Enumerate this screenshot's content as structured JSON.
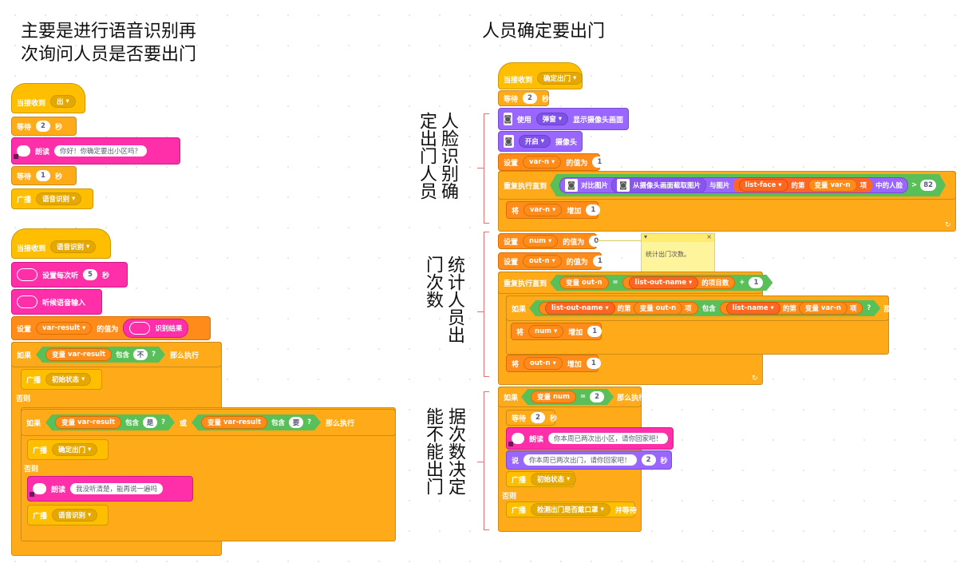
{
  "left_title": [
    "主要是进行语音识别再",
    "次询问人员是否要出门"
  ],
  "right_title": "人员确定要出门",
  "annotations": {
    "face": [
      "人脸识别确",
      "定出门人员"
    ],
    "count": [
      "统计人员出",
      "门次数"
    ],
    "decide": [
      "据次数决定",
      "能不能出门"
    ]
  },
  "scriptA": {
    "hat_label": "当接收到",
    "hat_value": "出",
    "wait1_label": "等待",
    "wait1_val": "2",
    "sec": "秒",
    "speak_label": "朗读",
    "speak_text": "你好！你确定要出小区吗？",
    "wait2_val": "1",
    "bcast_label": "广播",
    "bcast_value": "语音识别"
  },
  "scriptB": {
    "hat_label": "当接收到",
    "hat_value": "语音识别",
    "set_listen": "设置每次听",
    "set_listen_val": "5",
    "sec": "秒",
    "listen": "听候语音输入",
    "set_label": "设置",
    "set_var": "var-result",
    "set_to": "的值为",
    "recog_result": "识别结果",
    "if_label": "如果",
    "var_label": "变量",
    "var_name": "var-result",
    "contains": "包含",
    "no_val": "不",
    "q": "?",
    "then": "那么执行",
    "bcast_label": "广播",
    "bcast_init": "初始状态",
    "else": "否则",
    "or": "或",
    "yes_val": "是",
    "want_val": "要",
    "bcast_confirm": "确定出门",
    "speak_label": "朗读",
    "speak_text": "我没听清楚，能再说一遍吗",
    "bcast_recog": "语音识别"
  },
  "scriptC": {
    "hat_label": "当接收到",
    "hat_value": "确定出门",
    "wait_label": "等待",
    "wait_val": "2",
    "sec": "秒",
    "use": "使用",
    "popup": "弹窗",
    "show_cam": "显示摄像头画面",
    "open": "开启",
    "cam": "摄像头",
    "set_label": "设置",
    "var_n": "var-n",
    "to": "的值为",
    "val_1": "1",
    "repeat_until": "重复执行直到",
    "compare_img": "对比图片",
    "from_cam": "从摄像头画面截取图片",
    "with_img": "与图片",
    "list_face": "list-face",
    "of_nth": "的第",
    "var_label": "变量",
    "item": "项",
    "in_face": "中的人脸",
    "gt": ">",
    "val_82": "82",
    "change_label": "将",
    "increase": "增加",
    "num": "num",
    "val_0": "0",
    "out_n": "out-n",
    "eq": "=",
    "list_out_name": "list-out-name",
    "item_count": "的项目数",
    "plus": "+",
    "if_label": "如果",
    "contains": "包含",
    "list_name": "list-name",
    "q": "?",
    "then": "那么执行",
    "var_num": "num",
    "val_2": "2",
    "speak_label": "朗读",
    "speak_text": "你本周已两次出小区，请你回家吧！",
    "say_label": "说",
    "say_text": "你本周已两次出门，请你回家吧！",
    "bcast_label": "广播",
    "bcast_init": "初始状态",
    "else": "否则",
    "bcast_check": "检测出门是否戴口罩",
    "and_wait": "并等待"
  },
  "note": {
    "text": "统计出门次数。",
    "close": "×",
    "toggle": "▾"
  }
}
